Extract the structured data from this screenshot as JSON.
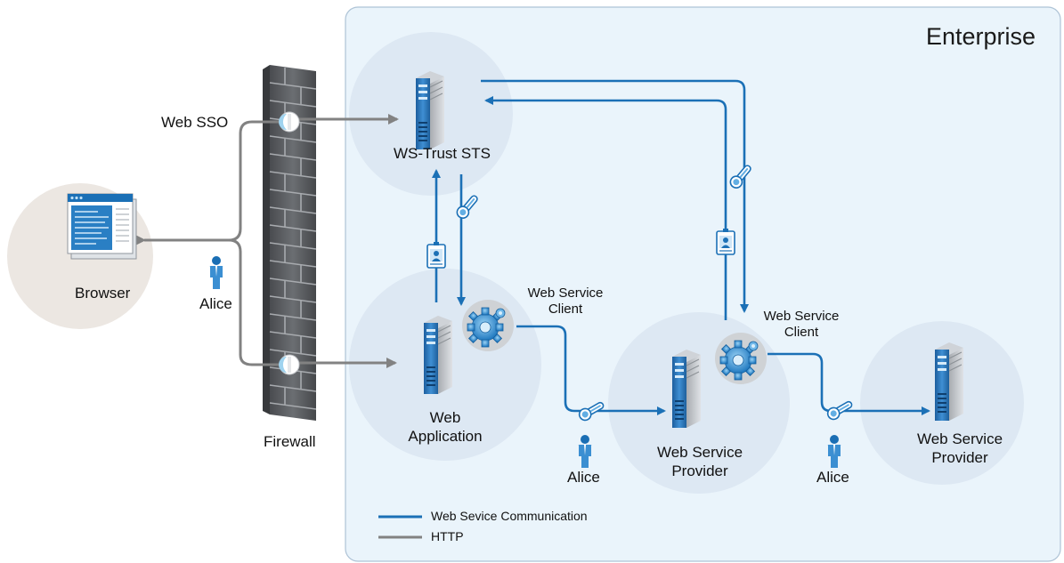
{
  "enterprise_title": "Enterprise",
  "nodes": {
    "sts": "WS-Trust STS",
    "browser": "Browser",
    "firewall": "Firewall",
    "web_app": [
      "Web",
      "Application"
    ],
    "wsp1": [
      "Web Service",
      "Provider"
    ],
    "wsp2": [
      "Web Service",
      "Provider"
    ]
  },
  "clients": {
    "client1": [
      "Web Service",
      "Client"
    ],
    "client2": [
      "Web Service",
      "Client"
    ]
  },
  "labels": {
    "web_sso": "Web SSO",
    "alice": "Alice"
  },
  "legend": {
    "ws_comm": "Web Sevice Communication",
    "http": "HTTP"
  },
  "colors": {
    "ws_line": "#1b70b6",
    "http_line": "#828282",
    "enterprise_bg": "#eaf4fb",
    "circle_bg": "#dde8f3",
    "browser_circle": "#ece7e2",
    "firewall": "#5d5f63"
  }
}
